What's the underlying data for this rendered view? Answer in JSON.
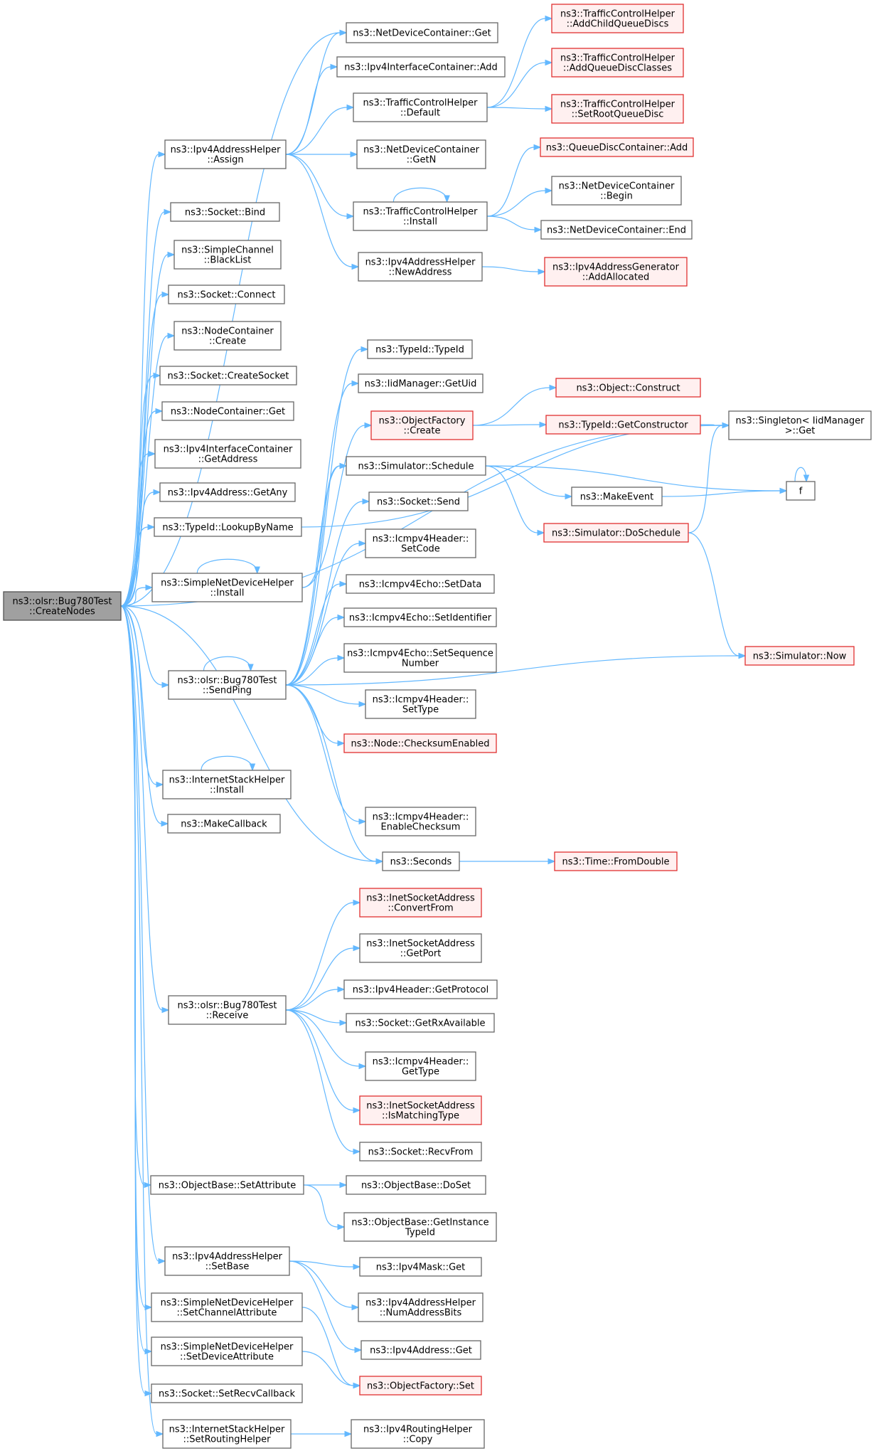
{
  "diagram": {
    "nodes": [
      {
        "id": "root",
        "lines": [
          "ns3::olsr::Bug780Test",
          "::CreateNodes"
        ],
        "style": "root"
      },
      {
        "id": "ndc_get",
        "lines": [
          "ns3::NetDeviceContainer::Get"
        ],
        "style": "normal"
      },
      {
        "id": "ipv4ic_add",
        "lines": [
          "ns3::Ipv4InterfaceContainer::Add"
        ],
        "style": "normal"
      },
      {
        "id": "tch_default",
        "lines": [
          "ns3::TrafficControlHelper",
          "::Default"
        ],
        "style": "normal"
      },
      {
        "id": "tch_addchild",
        "lines": [
          "ns3::TrafficControlHelper",
          "::AddChildQueueDiscs"
        ],
        "style": "red"
      },
      {
        "id": "tch_addclasses",
        "lines": [
          "ns3::TrafficControlHelper",
          "::AddQueueDiscClasses"
        ],
        "style": "red"
      },
      {
        "id": "tch_setroot",
        "lines": [
          "ns3::TrafficControlHelper",
          "::SetRootQueueDisc"
        ],
        "style": "red"
      },
      {
        "id": "ipv4ah_assign",
        "lines": [
          "ns3::Ipv4AddressHelper",
          "::Assign"
        ],
        "style": "normal"
      },
      {
        "id": "ndc_getn",
        "lines": [
          "ns3::NetDeviceContainer",
          "::GetN"
        ],
        "style": "normal"
      },
      {
        "id": "qdc_add",
        "lines": [
          "ns3::QueueDiscContainer::Add"
        ],
        "style": "red"
      },
      {
        "id": "tch_install",
        "lines": [
          "ns3::TrafficControlHelper",
          "::Install"
        ],
        "style": "normal"
      },
      {
        "id": "ndc_begin",
        "lines": [
          "ns3::NetDeviceContainer",
          "::Begin"
        ],
        "style": "normal"
      },
      {
        "id": "ndc_end",
        "lines": [
          "ns3::NetDeviceContainer::End"
        ],
        "style": "normal"
      },
      {
        "id": "socket_bind",
        "lines": [
          "ns3::Socket::Bind"
        ],
        "style": "normal"
      },
      {
        "id": "ipv4ah_newaddr",
        "lines": [
          "ns3::Ipv4AddressHelper",
          "::NewAddress"
        ],
        "style": "normal"
      },
      {
        "id": "ipv4ag_alloc",
        "lines": [
          "ns3::Ipv4AddressGenerator",
          "::AddAllocated"
        ],
        "style": "red"
      },
      {
        "id": "sc_blacklist",
        "lines": [
          "ns3::SimpleChannel",
          "::BlackList"
        ],
        "style": "normal"
      },
      {
        "id": "socket_connect",
        "lines": [
          "ns3::Socket::Connect"
        ],
        "style": "normal"
      },
      {
        "id": "nc_create",
        "lines": [
          "ns3::NodeContainer",
          "::Create"
        ],
        "style": "normal"
      },
      {
        "id": "typeid_typeid",
        "lines": [
          "ns3::TypeId::TypeId"
        ],
        "style": "normal"
      },
      {
        "id": "socket_createsocket",
        "lines": [
          "ns3::Socket::CreateSocket"
        ],
        "style": "normal"
      },
      {
        "id": "iidm_getuid",
        "lines": [
          "ns3::IidManager::GetUid"
        ],
        "style": "normal"
      },
      {
        "id": "nc_get",
        "lines": [
          "ns3::NodeContainer::Get"
        ],
        "style": "normal"
      },
      {
        "id": "obj_construct",
        "lines": [
          "ns3::Object::Construct"
        ],
        "style": "red"
      },
      {
        "id": "of_create",
        "lines": [
          "ns3::ObjectFactory",
          "::Create"
        ],
        "style": "red"
      },
      {
        "id": "typeid_getctor",
        "lines": [
          "ns3::TypeId::GetConstructor"
        ],
        "style": "red"
      },
      {
        "id": "singleton_get",
        "lines": [
          "ns3::Singleton< IidManager",
          ">::Get"
        ],
        "style": "normal"
      },
      {
        "id": "ipv4ic_getaddr",
        "lines": [
          "ns3::Ipv4InterfaceContainer",
          "::GetAddress"
        ],
        "style": "normal"
      },
      {
        "id": "sim_schedule",
        "lines": [
          "ns3::Simulator::Schedule"
        ],
        "style": "normal"
      },
      {
        "id": "f",
        "lines": [
          "f"
        ],
        "style": "normal"
      },
      {
        "id": "ipv4addr_getany",
        "lines": [
          "ns3::Ipv4Address::GetAny"
        ],
        "style": "normal"
      },
      {
        "id": "makeevent",
        "lines": [
          "ns3::MakeEvent"
        ],
        "style": "normal"
      },
      {
        "id": "socket_send",
        "lines": [
          "ns3::Socket::Send"
        ],
        "style": "normal"
      },
      {
        "id": "sim_doschedule",
        "lines": [
          "ns3::Simulator::DoSchedule"
        ],
        "style": "red"
      },
      {
        "id": "typeid_lookup",
        "lines": [
          "ns3::TypeId::LookupByName"
        ],
        "style": "normal"
      },
      {
        "id": "icmpv4h_setcode",
        "lines": [
          "ns3::Icmpv4Header::",
          "SetCode"
        ],
        "style": "normal"
      },
      {
        "id": "sndh_install",
        "lines": [
          "ns3::SimpleNetDeviceHelper",
          "::Install"
        ],
        "style": "normal"
      },
      {
        "id": "icmpv4echo_setdata",
        "lines": [
          "ns3::Icmpv4Echo::SetData"
        ],
        "style": "normal"
      },
      {
        "id": "icmpv4echo_setid",
        "lines": [
          "ns3::Icmpv4Echo::SetIdentifier"
        ],
        "style": "normal"
      },
      {
        "id": "icmpv4echo_setseq",
        "lines": [
          "ns3::Icmpv4Echo::SetSequence",
          "Number"
        ],
        "style": "normal"
      },
      {
        "id": "bug780_sendping",
        "lines": [
          "ns3::olsr::Bug780Test",
          "::SendPing"
        ],
        "style": "normal"
      },
      {
        "id": "sim_now",
        "lines": [
          "ns3::Simulator::Now"
        ],
        "style": "red"
      },
      {
        "id": "icmpv4h_settype",
        "lines": [
          "ns3::Icmpv4Header::",
          "SetType"
        ],
        "style": "normal"
      },
      {
        "id": "node_checksum",
        "lines": [
          "ns3::Node::ChecksumEnabled"
        ],
        "style": "red"
      },
      {
        "id": "ish_install",
        "lines": [
          "ns3::InternetStackHelper",
          "::Install"
        ],
        "style": "normal"
      },
      {
        "id": "makecallback",
        "lines": [
          "ns3::MakeCallback"
        ],
        "style": "normal"
      },
      {
        "id": "icmpv4h_enablechecksum",
        "lines": [
          "ns3::Icmpv4Header::",
          "EnableChecksum"
        ],
        "style": "normal"
      },
      {
        "id": "seconds",
        "lines": [
          "ns3::Seconds"
        ],
        "style": "normal"
      },
      {
        "id": "time_fromdouble",
        "lines": [
          "ns3::Time::FromDouble"
        ],
        "style": "red"
      },
      {
        "id": "isa_convertfrom",
        "lines": [
          "ns3::InetSocketAddress",
          "::ConvertFrom"
        ],
        "style": "red"
      },
      {
        "id": "isa_getport",
        "lines": [
          "ns3::InetSocketAddress",
          "::GetPort"
        ],
        "style": "normal"
      },
      {
        "id": "ipv4h_getprotocol",
        "lines": [
          "ns3::Ipv4Header::GetProtocol"
        ],
        "style": "normal"
      },
      {
        "id": "bug780_receive",
        "lines": [
          "ns3::olsr::Bug780Test",
          "::Receive"
        ],
        "style": "normal"
      },
      {
        "id": "socket_getrx",
        "lines": [
          "ns3::Socket::GetRxAvailable"
        ],
        "style": "normal"
      },
      {
        "id": "icmpv4h_gettype",
        "lines": [
          "ns3::Icmpv4Header::",
          "GetType"
        ],
        "style": "normal"
      },
      {
        "id": "isa_ismatching",
        "lines": [
          "ns3::InetSocketAddress",
          "::IsMatchingType"
        ],
        "style": "red"
      },
      {
        "id": "socket_recvfrom",
        "lines": [
          "ns3::Socket::RecvFrom"
        ],
        "style": "normal"
      },
      {
        "id": "ob_setattr",
        "lines": [
          "ns3::ObjectBase::SetAttribute"
        ],
        "style": "normal"
      },
      {
        "id": "ob_doset",
        "lines": [
          "ns3::ObjectBase::DoSet"
        ],
        "style": "normal"
      },
      {
        "id": "ob_getinstance",
        "lines": [
          "ns3::ObjectBase::GetInstance",
          "TypeId"
        ],
        "style": "normal"
      },
      {
        "id": "ipv4ah_setbase",
        "lines": [
          "ns3::Ipv4AddressHelper",
          "::SetBase"
        ],
        "style": "normal"
      },
      {
        "id": "ipv4mask_get",
        "lines": [
          "ns3::Ipv4Mask::Get"
        ],
        "style": "normal"
      },
      {
        "id": "ipv4ah_numbits",
        "lines": [
          "ns3::Ipv4AddressHelper",
          "::NumAddressBits"
        ],
        "style": "normal"
      },
      {
        "id": "sndh_setchannel",
        "lines": [
          "ns3::SimpleNetDeviceHelper",
          "::SetChannelAttribute"
        ],
        "style": "normal"
      },
      {
        "id": "ipv4addr_get",
        "lines": [
          "ns3::Ipv4Address::Get"
        ],
        "style": "normal"
      },
      {
        "id": "sndh_setdevice",
        "lines": [
          "ns3::SimpleNetDeviceHelper",
          "::SetDeviceAttribute"
        ],
        "style": "normal"
      },
      {
        "id": "of_set",
        "lines": [
          "ns3::ObjectFactory::Set"
        ],
        "style": "red"
      },
      {
        "id": "socket_setrecvcb",
        "lines": [
          "ns3::Socket::SetRecvCallback"
        ],
        "style": "normal"
      },
      {
        "id": "ish_setrouting",
        "lines": [
          "ns3::InternetStackHelper",
          "::SetRoutingHelper"
        ],
        "style": "normal"
      },
      {
        "id": "ipv4rh_copy",
        "lines": [
          "ns3::Ipv4RoutingHelper",
          "::Copy"
        ],
        "style": "normal"
      }
    ],
    "edges": [
      [
        "root",
        "ndc_get"
      ],
      [
        "root",
        "ipv4ah_assign"
      ],
      [
        "root",
        "socket_bind"
      ],
      [
        "root",
        "sc_blacklist"
      ],
      [
        "root",
        "socket_connect"
      ],
      [
        "root",
        "nc_create"
      ],
      [
        "root",
        "socket_createsocket"
      ],
      [
        "root",
        "nc_get"
      ],
      [
        "root",
        "ipv4ic_getaddr"
      ],
      [
        "root",
        "ipv4addr_getany"
      ],
      [
        "root",
        "typeid_lookup"
      ],
      [
        "root",
        "sndh_install"
      ],
      [
        "root",
        "singleton_get"
      ],
      [
        "root",
        "bug780_sendping"
      ],
      [
        "root",
        "ish_install"
      ],
      [
        "root",
        "makecallback"
      ],
      [
        "root",
        "seconds"
      ],
      [
        "root",
        "bug780_receive"
      ],
      [
        "root",
        "ob_setattr"
      ],
      [
        "root",
        "ipv4ah_setbase"
      ],
      [
        "root",
        "sndh_setchannel"
      ],
      [
        "root",
        "sndh_setdevice"
      ],
      [
        "root",
        "socket_setrecvcb"
      ],
      [
        "root",
        "ish_setrouting"
      ],
      [
        "ipv4ah_assign",
        "ndc_get"
      ],
      [
        "ipv4ah_assign",
        "ipv4ic_add"
      ],
      [
        "ipv4ah_assign",
        "tch_default"
      ],
      [
        "ipv4ah_assign",
        "ndc_getn"
      ],
      [
        "ipv4ah_assign",
        "tch_install"
      ],
      [
        "ipv4ah_assign",
        "ipv4ah_newaddr"
      ],
      [
        "tch_default",
        "tch_addchild"
      ],
      [
        "tch_default",
        "tch_addclasses"
      ],
      [
        "tch_default",
        "tch_setroot"
      ],
      [
        "tch_install",
        "qdc_add"
      ],
      [
        "tch_install",
        "ndc_begin"
      ],
      [
        "tch_install",
        "ndc_end"
      ],
      [
        "tch_install",
        "tch_install"
      ],
      [
        "ipv4ah_newaddr",
        "ipv4ag_alloc"
      ],
      [
        "typeid_lookup",
        "singleton_get"
      ],
      [
        "sndh_install",
        "of_create"
      ],
      [
        "sndh_install",
        "sim_schedule"
      ],
      [
        "sndh_install",
        "sndh_install"
      ],
      [
        "of_create",
        "obj_construct"
      ],
      [
        "of_create",
        "typeid_getctor"
      ],
      [
        "typeid_getctor",
        "singleton_get"
      ],
      [
        "sim_schedule",
        "f"
      ],
      [
        "sim_schedule",
        "makeevent"
      ],
      [
        "sim_schedule",
        "sim_doschedule"
      ],
      [
        "makeevent",
        "f"
      ],
      [
        "f",
        "f"
      ],
      [
        "sim_doschedule",
        "singleton_get"
      ],
      [
        "sim_doschedule",
        "sim_now"
      ],
      [
        "bug780_sendping",
        "typeid_typeid"
      ],
      [
        "bug780_sendping",
        "iidm_getuid"
      ],
      [
        "bug780_sendping",
        "sim_schedule"
      ],
      [
        "bug780_sendping",
        "socket_send"
      ],
      [
        "bug780_sendping",
        "icmpv4h_setcode"
      ],
      [
        "bug780_sendping",
        "icmpv4echo_setdata"
      ],
      [
        "bug780_sendping",
        "icmpv4echo_setid"
      ],
      [
        "bug780_sendping",
        "icmpv4echo_setseq"
      ],
      [
        "bug780_sendping",
        "icmpv4h_settype"
      ],
      [
        "bug780_sendping",
        "node_checksum"
      ],
      [
        "bug780_sendping",
        "sim_now"
      ],
      [
        "bug780_sendping",
        "icmpv4h_enablechecksum"
      ],
      [
        "bug780_sendping",
        "seconds"
      ],
      [
        "bug780_sendping",
        "bug780_sendping"
      ],
      [
        "ish_install",
        "ish_install"
      ],
      [
        "seconds",
        "time_fromdouble"
      ],
      [
        "bug780_receive",
        "isa_convertfrom"
      ],
      [
        "bug780_receive",
        "isa_getport"
      ],
      [
        "bug780_receive",
        "ipv4h_getprotocol"
      ],
      [
        "bug780_receive",
        "socket_getrx"
      ],
      [
        "bug780_receive",
        "icmpv4h_gettype"
      ],
      [
        "bug780_receive",
        "isa_ismatching"
      ],
      [
        "bug780_receive",
        "socket_recvfrom"
      ],
      [
        "ob_setattr",
        "ob_doset"
      ],
      [
        "ob_setattr",
        "ob_getinstance"
      ],
      [
        "ipv4ah_setbase",
        "ipv4mask_get"
      ],
      [
        "ipv4ah_setbase",
        "ipv4ah_numbits"
      ],
      [
        "ipv4ah_setbase",
        "ipv4addr_get"
      ],
      [
        "sndh_setchannel",
        "of_set"
      ],
      [
        "sndh_setdevice",
        "of_set"
      ],
      [
        "ish_setrouting",
        "ipv4rh_copy"
      ]
    ]
  }
}
